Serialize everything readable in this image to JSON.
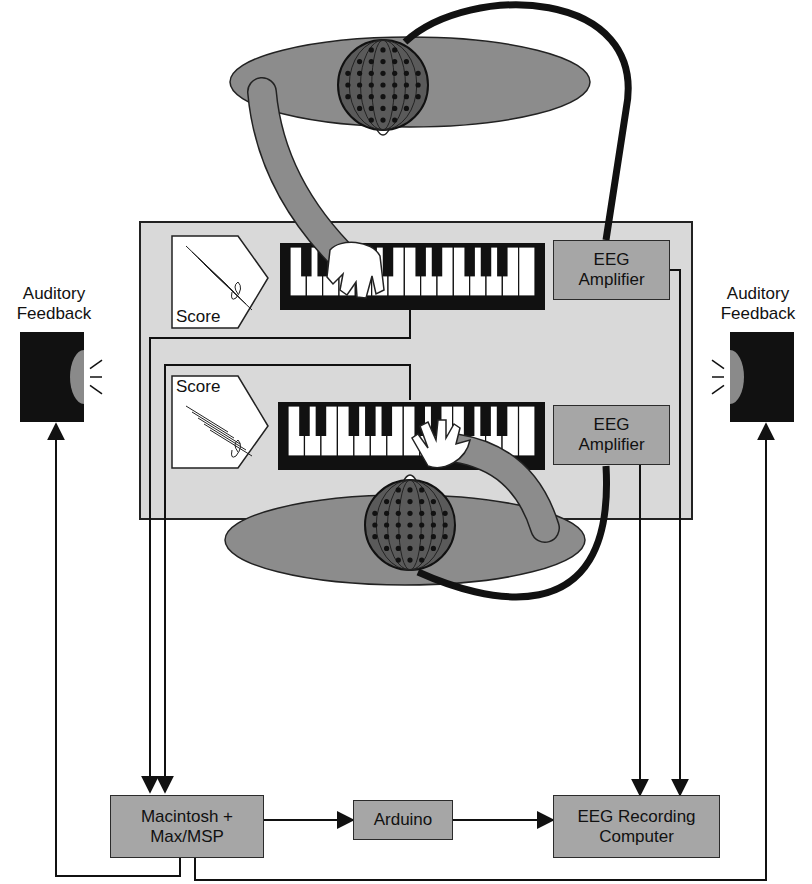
{
  "diagram": {
    "nodes": [
      {
        "text": [
          "Auditory Feedback"
        ]
      },
      {
        "text": [
          "Score"
        ]
      },
      {
        "text": [
          "EEG Amplifier"
        ]
      },
      {
        "text": [
          "Auditory Feedback"
        ]
      },
      {
        "text": [
          "Score"
        ]
      },
      {
        "text": [
          "EEG Amplifier"
        ]
      },
      {
        "text": [
          "Macintosh + Max/MSP"
        ]
      },
      {
        "text": [
          "Arduino"
        ]
      },
      {
        "text": [
          "EEG Recording Computer"
        ]
      }
    ],
    "edges": [
      {
        "from": 2,
        "to": 8,
        "arrow": "to"
      },
      {
        "from": 5,
        "to": 8,
        "arrow": "to"
      },
      {
        "from": 6,
        "to": 7,
        "arrow": "to"
      },
      {
        "from": 7,
        "to": 8,
        "arrow": "to"
      },
      {
        "from": 6,
        "to": 0,
        "arrow": "to"
      },
      {
        "from": 6,
        "to": 3,
        "arrow": "to"
      }
    ]
  }
}
